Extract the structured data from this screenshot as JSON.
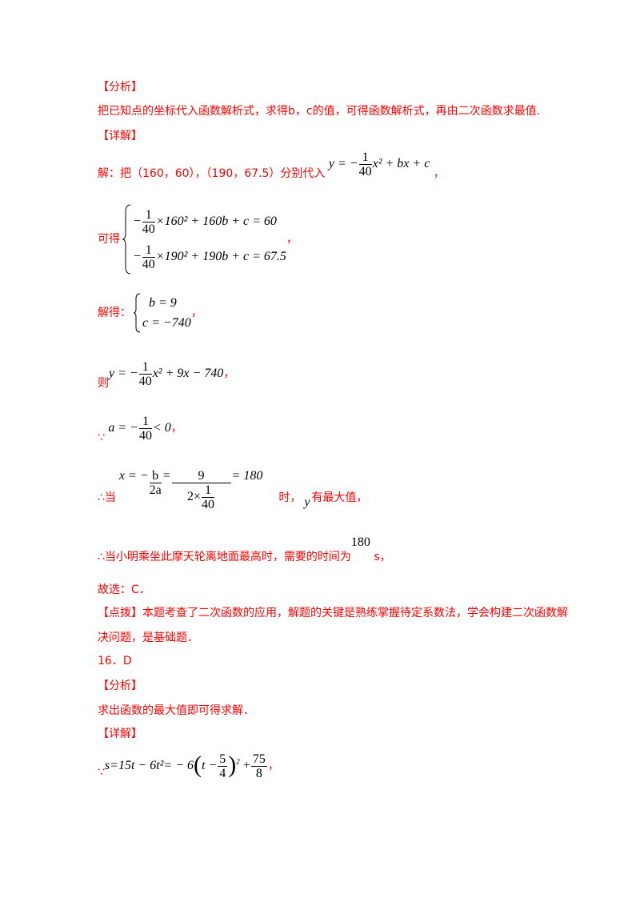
{
  "s1": {
    "h_analysis": "【分析】",
    "analysis": "把已知点的坐标代入函数解析式，求得b，c的值，可得函数解析式，再由二次函数求最值.",
    "h_detail": "【详解】",
    "sol_prefix": "解：把（160，60），（190，67.5）分别代入",
    "eq1": {
      "lhs": "y = −",
      "num": "1",
      "den": "40",
      "rest": "x² + bx + c"
    },
    "comma": "，",
    "kede": "可得",
    "sys1": {
      "a_pre": "−",
      "a_num": "1",
      "a_den": "40",
      "a_rest": "×160² + 160b + c = 60",
      "b_pre": "−",
      "b_num": "1",
      "b_den": "40",
      "b_rest": "×190² + 190b + c = 67.5"
    },
    "jiede": "解得：",
    "sys2": {
      "r1": "b = 9",
      "r2": "c = −740"
    },
    "ze": "则",
    "eq3": {
      "lhs": "y = −",
      "num": "1",
      "den": "40",
      "rest": "x² + 9x − 740"
    },
    "because": "∵",
    "eq4": {
      "lhs": "a = −",
      "num": "1",
      "den": "40",
      "rest": "< 0"
    },
    "dang": "∴当",
    "eq5": {
      "lhs": "x = −",
      "n1": "b",
      "d1": "2a",
      "eq": "=",
      "n2": "9",
      "d2a": "2×",
      "d2n": "1",
      "d2d": "40",
      "rest": "= 180"
    },
    "shi": "时，",
    "y": "y",
    "maxv": "有最大值，",
    "concl": "∴当小明乘坐此摩天轮离地面最高时，需要的时间为",
    "t180": "180",
    "unit": "s，",
    "choice": "故选：C．",
    "tip1": "【点拨】本题考查了二次函数的应用，解题的关键是熟练掌握待定系数法，学会构建二次函数解",
    "tip2": "决问题，是基础题．"
  },
  "s2": {
    "num": "16．D",
    "h_analysis": "【分析】",
    "analysis": "求出函数的最大值即可得求解．",
    "h_detail": "【详解】",
    "because": "∵",
    "eq": {
      "lhs": "s=15t − 6t²= − 6",
      "p_pre": "t −",
      "num": "5",
      "den": "4",
      "sq": "2",
      "plus": "+",
      "n2": "75",
      "d2": "8"
    },
    "comma": "，"
  }
}
